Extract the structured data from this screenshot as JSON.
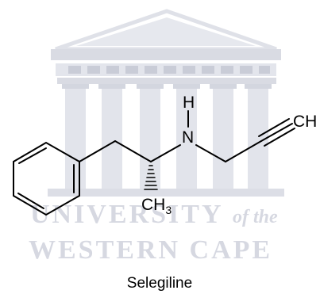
{
  "watermark": {
    "line1": "UNIVERSITY",
    "line1_suffix": "of the",
    "line2": "WESTERN CAPE",
    "color": "#d6d8e1"
  },
  "molecule": {
    "atoms": {
      "nitrogen": "N",
      "amine_hydrogen": "H",
      "terminal_ch": "CH",
      "methyl_c": "CH",
      "methyl_sub": "3"
    },
    "caption": "Selegiline"
  }
}
